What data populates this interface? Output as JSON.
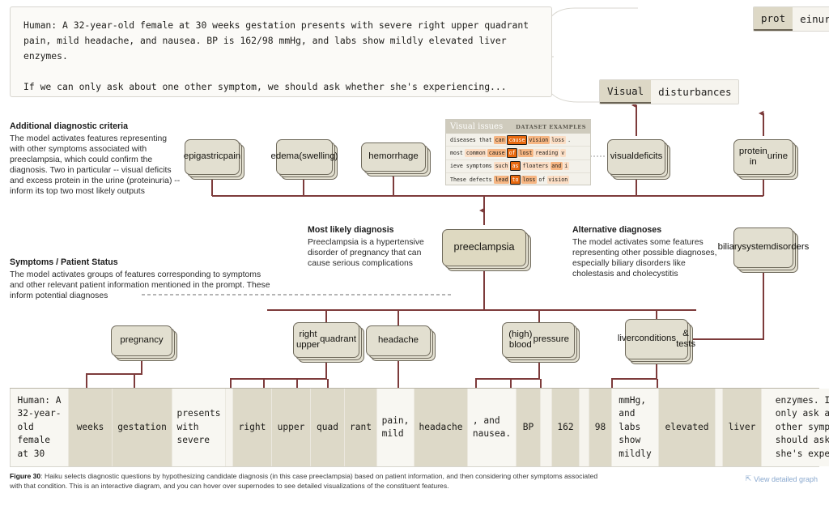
{
  "prompt": {
    "line1": "Human: A 32-year-old female at 30 weeks gestation presents with severe right upper quadrant\npain, mild headache, and nausea. BP is 162/98 mmHg, and labs show mildly elevated liver\nenzymes.",
    "line2": "If we can only ask about one other symptom, we should ask whether she's experiencing..."
  },
  "outputs": [
    {
      "id": "proteinuria",
      "highlight": "prot",
      "rest": "einuria"
    },
    {
      "id": "visual",
      "highlight": "Visual",
      "rest": "disturbances"
    }
  ],
  "annotations": {
    "additional": {
      "title": "Additional diagnostic criteria",
      "body": "The model activates features representing with other symptoms associated with preeclampsia, which could confirm the diagnosis. Two in particular -- visual deficits and excess protein in the urine (proteinuria) -- inform its top two most likely outputs"
    },
    "symptoms": {
      "title": "Symptoms / Patient Status",
      "body": "The model activates groups of features corresponding to symptoms and other relevant patient information mentioned in the prompt. These inform potential diagnoses"
    },
    "diagnosis": {
      "title": "Most likely diagnosis",
      "body": "Preeclampsia is a hypertensive disorder of pregnancy that can cause serious complications"
    },
    "alternative": {
      "title": "Alternative diagnoses",
      "body": "The model activates some features representing other possible diagnoses, especially biliary disorders like cholestasis and cholecystitis"
    }
  },
  "nodes": {
    "epigastric_pain": "epigastric\npain",
    "edema": "edema\n(swelling)",
    "hemorrhage": "hemorrhage",
    "visual_deficits": "visual\ndeficits",
    "protein_in_urine": "protein in\nurine",
    "preeclampsia": "preeclampsia",
    "biliary": "biliary\nsystem\ndisorders",
    "pregnancy": "pregnancy",
    "ruq": "right upper\nquadrant",
    "headache": "headache",
    "blood_pressure": "(high) blood\npressure",
    "liver": "liver\nconditions\n& tests"
  },
  "dataset_card": {
    "title": "Visual issues",
    "subtitle": "DATASET EXAMPLES",
    "rows": [
      [
        [
          "diseases",
          "w0"
        ],
        [
          "that",
          "w0"
        ],
        [
          "can",
          "w2"
        ],
        [
          "cause",
          "w4"
        ],
        [
          "vision",
          "w2"
        ],
        [
          "loss",
          "w1"
        ],
        [
          ".",
          "w0"
        ]
      ],
      [
        [
          "most",
          "w0"
        ],
        [
          "common",
          "w1"
        ],
        [
          "cause",
          "w2"
        ],
        [
          "of",
          "w4"
        ],
        [
          "lost",
          "w2"
        ],
        [
          "reading",
          "w1"
        ],
        [
          "v",
          "w1"
        ]
      ],
      [
        [
          "ieve",
          "w0"
        ],
        [
          "symptoms",
          "w0"
        ],
        [
          "such",
          "w1"
        ],
        [
          "as",
          "w4"
        ],
        [
          "floaters",
          "w1"
        ],
        [
          "and",
          "w2"
        ],
        [
          "i",
          "w1"
        ]
      ],
      [
        [
          "These",
          "w0"
        ],
        [
          "defects",
          "w0"
        ],
        [
          "lead",
          "w2"
        ],
        [
          "to",
          "w4"
        ],
        [
          "loss",
          "w2"
        ],
        [
          "of",
          "w0"
        ],
        [
          "vision",
          "w1"
        ]
      ]
    ]
  },
  "token_strip": [
    {
      "text": "Human: A\n32-year-\nold\nfemale\nat 30",
      "state": "dim",
      "width": 72
    },
    {
      "text": "weeks",
      "state": "lit",
      "width": 54
    },
    {
      "text": "gestation",
      "state": "lit",
      "width": 74
    },
    {
      "text": "presents\nwith\nsevere",
      "state": "dim",
      "width": 66
    },
    {
      "text": "",
      "state": "gap",
      "width": 6
    },
    {
      "text": "right",
      "state": "lit",
      "width": 48
    },
    {
      "text": "upper",
      "state": "lit",
      "width": 48
    },
    {
      "text": "quad",
      "state": "lit",
      "width": 42
    },
    {
      "text": "rant",
      "state": "lit",
      "width": 40
    },
    {
      "text": "pain,\nmild",
      "state": "dim",
      "width": 46
    },
    {
      "text": "headache",
      "state": "lit",
      "width": 66
    },
    {
      "text": ", and\nnausea.",
      "state": "dim",
      "width": 60
    },
    {
      "text": "BP",
      "state": "lit",
      "width": 30
    },
    {
      "text": "",
      "state": "gap",
      "width": 14
    },
    {
      "text": "162",
      "state": "lit",
      "width": 34
    },
    {
      "text": "",
      "state": "gap",
      "width": 12
    },
    {
      "text": "98",
      "state": "lit",
      "width": 28
    },
    {
      "text": "mmHg,\nand\nlabs\nshow\nmildly",
      "state": "dim",
      "width": 58
    },
    {
      "text": "elevated",
      "state": "lit",
      "width": 70
    },
    {
      "text": "",
      "state": "gap",
      "width": 8
    },
    {
      "text": "liver",
      "state": "lit",
      "width": 48
    },
    {
      "text": "enzymes. If we can\nonly ask about one\nother symptom, we\nshould ask whether\nshe's experiencing...",
      "state": "dim",
      "width": 176
    }
  ],
  "caption": {
    "figure_label": "Figure 30",
    "text": ": Haiku selects diagnostic questions by hypothesizing candidate diagnosis (in this case preeclampsia) based on patient information, and then considering other symptoms associated with that condition. This is an interactive diagram, and you can hover over supernodes to see detailed visualizations of the constituent features."
  },
  "view_graph_label": "View detailed graph",
  "colors": {
    "edge": "#7d3b3b",
    "node_fill": "#e2dfd0",
    "node_border": "#6f6a5c",
    "token_lit": "#ddd9c8",
    "link": "#8aa9cf"
  }
}
